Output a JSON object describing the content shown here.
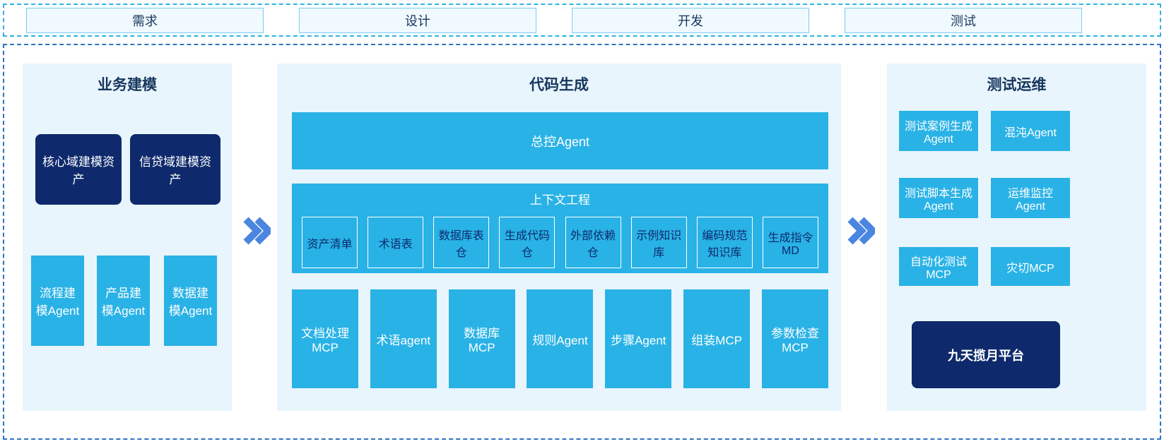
{
  "colors": {
    "cyan": "#29b2e6",
    "navy": "#0e2a6c",
    "panel_bg": "#e8f5fc",
    "top_dashed_border": "#2bb4e4",
    "main_dashed_border": "#2e74c0",
    "tab_border": "#79cdf0",
    "title_text": "#17365d",
    "arrow": "#4a86e0"
  },
  "tabs": [
    "需求",
    "设计",
    "开发",
    "测试"
  ],
  "business_modeling": {
    "title": "业务建模",
    "assets": [
      "核心域建模资产",
      "信贷域建模资产"
    ],
    "agents": [
      "流程建模Agent",
      "产品建模Agent",
      "数据建模Agent"
    ]
  },
  "code_generation": {
    "title": "代码生成",
    "master_agent": "总控Agent",
    "context": {
      "title": "上下文工程",
      "items": [
        "资产清单",
        "术语表",
        "数据库表仓",
        "生成代码仓",
        "外部依赖仓",
        "示例知识库",
        "编码规范知识库",
        "生成指令MD"
      ]
    },
    "tools": [
      "文档处理MCP",
      "术语agent",
      "数据库MCP",
      "规则Agent",
      "步骤Agent",
      "组装MCP",
      "参数检查MCP"
    ]
  },
  "test_ops": {
    "title": "测试运维",
    "boxes": [
      "测试案例生成Agent",
      "混沌Agent",
      "测试脚本生成Agent",
      "运维监控Agent",
      "自动化测试MCP",
      "灾切MCP"
    ],
    "platform": "九天揽月平台"
  }
}
